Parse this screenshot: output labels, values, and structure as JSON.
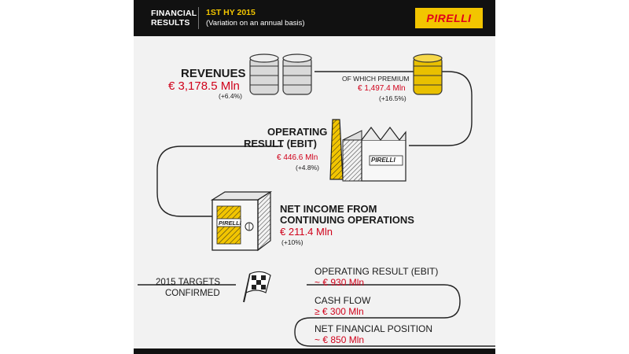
{
  "header": {
    "title": "FINANCIAL RESULTS",
    "period": "1ST HY 2015",
    "subtitle": "(Variation on an annual basis)",
    "logo_text": "PIRELLI"
  },
  "revenues": {
    "label": "REVENUES",
    "value": "€ 3,178.5 Mln",
    "change": "(+6.4%)"
  },
  "premium": {
    "label": "OF WHICH PREMIUM",
    "value": "€ 1,497.4 Mln",
    "change": "(+16.5%)"
  },
  "ebit": {
    "label_line1": "OPERATING",
    "label_line2": "RESULT (EBIT)",
    "value": "€ 446.6 Mln",
    "change": "(+4.8%)"
  },
  "net_income": {
    "label_line1": "NET INCOME FROM",
    "label_line2": "CONTINUING OPERATIONS",
    "value": "€ 211.4 Mln",
    "change": "(+10%)"
  },
  "targets": {
    "heading_line1": "2015 TARGETS",
    "heading_line2": "CONFIRMED",
    "items": [
      {
        "label": "OPERATING RESULT (EBIT)",
        "value": "~ € 930 Mln"
      },
      {
        "label": "CASH FLOW",
        "value": "≥ € 300 Mln"
      },
      {
        "label": "NET FINANCIAL POSITION",
        "value": "~ € 850 Mln"
      }
    ]
  },
  "illustrations": {
    "factory_sign": "PIRELLI",
    "safe_sign": "PIRELLI"
  },
  "colors": {
    "accent_red": "#d0021b",
    "accent_yellow": "#f2c500",
    "header_bg": "#111111",
    "panel_bg": "#f2f2f2"
  }
}
